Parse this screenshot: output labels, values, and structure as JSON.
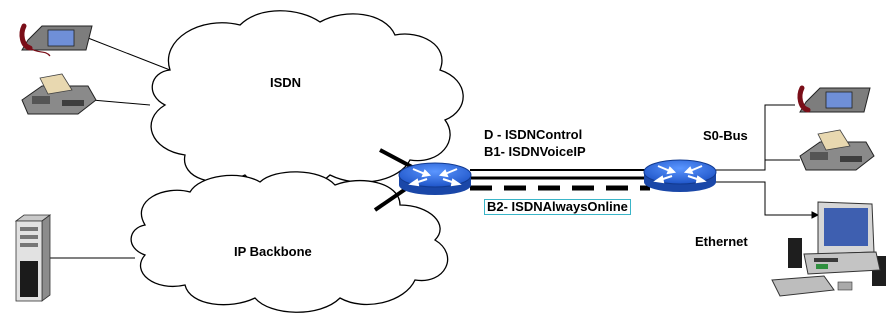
{
  "clouds": {
    "isdn_label": "ISDN",
    "ip_backbone_label": "IP Backbone"
  },
  "channels": {
    "d_channel": "D - ISDNControl",
    "b1_channel": "B1- ISDNVoiceIP",
    "b2_channel": "B2- ISDNAlwaysOnline"
  },
  "bus": {
    "s0_label": "S0-Bus",
    "ethernet_label": "Ethernet"
  },
  "icons": {
    "router": "router-icon",
    "telephone": "telephone-icon",
    "fax": "fax-machine-icon",
    "server": "server-icon",
    "workstation": "workstation-pc-icon"
  },
  "colors": {
    "router_fill": "#2f6fe4",
    "cloud_fill": "#ffffff",
    "b2_frame": "#3ab5c8",
    "line": "#000000"
  }
}
